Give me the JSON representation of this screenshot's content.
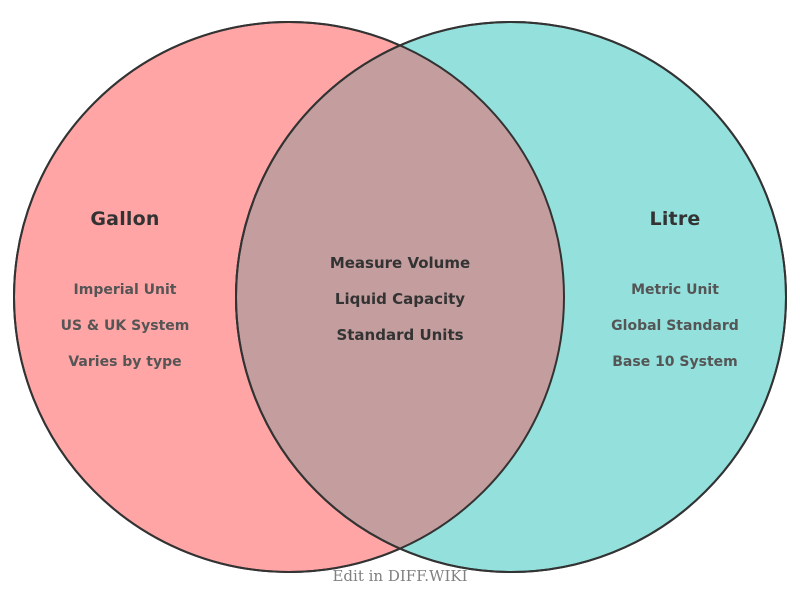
{
  "diagram": {
    "type": "venn-2-set",
    "background": "#ffffff",
    "stroke_color": "#333333",
    "left_set": {
      "title": "Gallon",
      "fill": "#ffa5a5",
      "items": [
        "Imperial Unit",
        "US & UK System",
        "Varies by type"
      ]
    },
    "right_set": {
      "title": "Litre",
      "fill": "#93e0dc",
      "items": [
        "Metric Unit",
        "Global Standard",
        "Base 10 System"
      ]
    },
    "intersection": {
      "fill": "#c49e9e",
      "items": [
        "Measure Volume",
        "Liquid Capacity",
        "Standard Units"
      ]
    },
    "title_color": "#333333",
    "item_color": "#555555"
  },
  "footer": {
    "edit_link": "Edit in DIFF.WIKI",
    "color": "#808080"
  }
}
